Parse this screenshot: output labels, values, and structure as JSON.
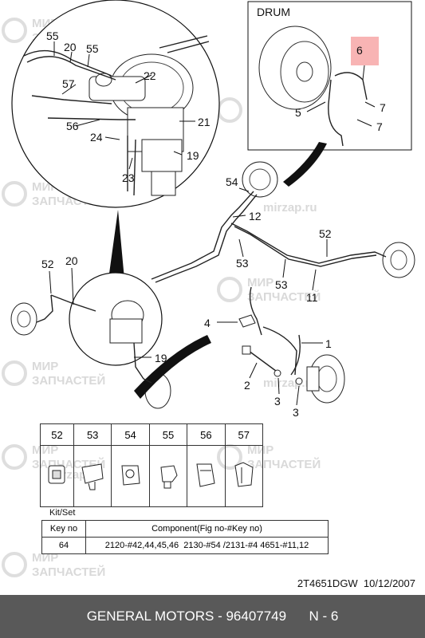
{
  "watermark": {
    "brand_lines": [
      "МИР",
      "ЗАПЧАСТЕЙ"
    ],
    "site": "mirzap.ru"
  },
  "drum_inset": {
    "title": "DRUM",
    "callouts": [
      "6",
      "5",
      "7",
      "7"
    ],
    "highlight_color": "#f8b4b4"
  },
  "master_inset": {
    "callouts": [
      "55",
      "20",
      "55",
      "57",
      "22",
      "56",
      "21",
      "24",
      "23",
      "19"
    ]
  },
  "main_callouts": {
    "c54": "54",
    "c12": "12",
    "c52_right": "52",
    "c53a": "53",
    "c53b": "53",
    "c11": "11",
    "c52_left": "52",
    "c20": "20",
    "c4": "4",
    "c1": "1",
    "c19": "19",
    "c2": "2",
    "c3a": "3",
    "c3b": "3"
  },
  "clip_table": {
    "headers": [
      "52",
      "53",
      "54",
      "55",
      "56",
      "57"
    ]
  },
  "kit": {
    "title": "Kit/Set",
    "col_key": "Key no",
    "col_component": "Component(Fig no-#Key no)",
    "row_key": "64",
    "row_component": "2120-#42,44,45,46  2130-#54 /2131-#4 4651-#11,12"
  },
  "doc_code": "2T4651DGW  10/12/2007",
  "footer": {
    "brand": "GENERAL MOTORS - 96407749",
    "page": "N - 6"
  }
}
